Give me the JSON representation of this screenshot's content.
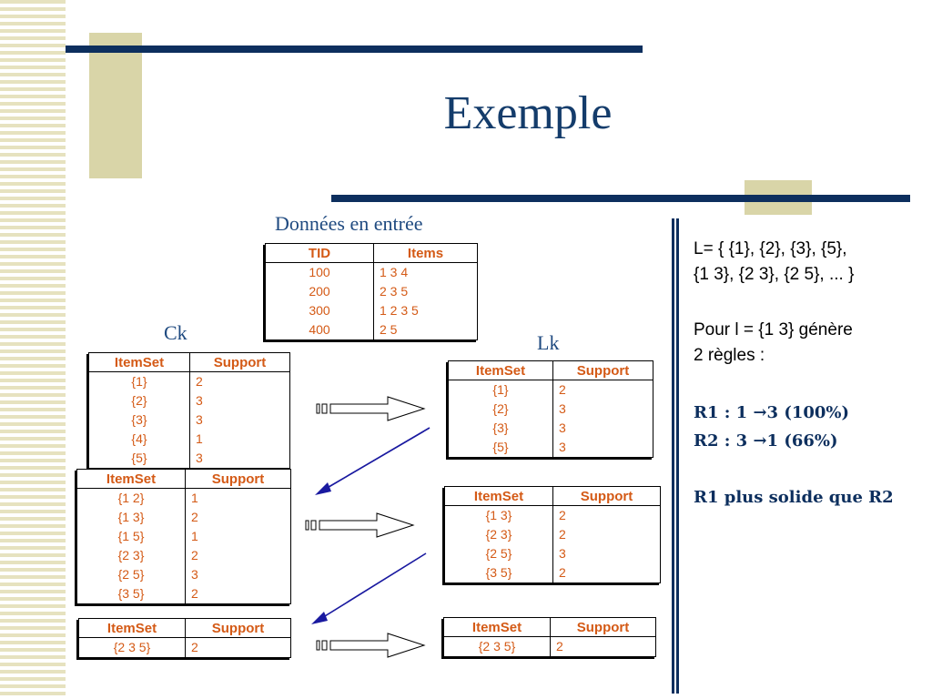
{
  "title": "Exemple",
  "input_label": "Données en entrée",
  "ck_label": "Ck",
  "lk_label": "Lk",
  "input_table": {
    "headers": [
      "TID",
      "Items"
    ],
    "rows": [
      [
        "100",
        "1 3 4"
      ],
      [
        "200",
        "2 3 5"
      ],
      [
        "300",
        "1 2 3 5"
      ],
      [
        "400",
        "2 5"
      ]
    ]
  },
  "c1_table": {
    "headers": [
      "ItemSet",
      "Support"
    ],
    "rows": [
      [
        "{1}",
        "2"
      ],
      [
        "{2}",
        "3"
      ],
      [
        "{3}",
        "3"
      ],
      [
        "{4}",
        "1"
      ],
      [
        "{5}",
        "3"
      ]
    ]
  },
  "l1_table": {
    "headers": [
      "ItemSet",
      "Support"
    ],
    "rows": [
      [
        "{1}",
        "2"
      ],
      [
        "{2}",
        "3"
      ],
      [
        "{3}",
        "3"
      ],
      [
        "{5}",
        "3"
      ]
    ]
  },
  "c2_table": {
    "headers": [
      "ItemSet",
      "Support"
    ],
    "rows": [
      [
        "{1 2}",
        "1"
      ],
      [
        "{1 3}",
        "2"
      ],
      [
        "{1 5}",
        "1"
      ],
      [
        "{2 3}",
        "2"
      ],
      [
        "{2 5}",
        "3"
      ],
      [
        "{3 5}",
        "2"
      ]
    ]
  },
  "l2_table": {
    "headers": [
      "ItemSet",
      "Support"
    ],
    "rows": [
      [
        "{1 3}",
        "2"
      ],
      [
        "{2 3}",
        "2"
      ],
      [
        "{2 5}",
        "3"
      ],
      [
        "{3 5}",
        "2"
      ]
    ]
  },
  "c3_table": {
    "headers": [
      "ItemSet",
      "Support"
    ],
    "rows": [
      [
        "{2 3 5}",
        "2"
      ]
    ]
  },
  "l3_table": {
    "headers": [
      "ItemSet",
      "Support"
    ],
    "rows": [
      [
        "{2 3 5}",
        "2"
      ]
    ]
  },
  "side": {
    "l_line1": "L= {   {1}, {2}, {3}, {5},",
    "l_line2": "{1 3}, {2 3}, {2 5}, ... }",
    "pour_line1": "Pour l = {1 3} génère",
    "pour_line2": "2 règles :",
    "r1": "R1 :  1 →3 (100%)",
    "r2": "R2 :  3 →1 (66%)",
    "conclusion": "R1 plus solide que R2"
  },
  "colors": {
    "accent": "#d45a16",
    "navy": "#0d2f5e",
    "deco": "#d9d5a8"
  }
}
